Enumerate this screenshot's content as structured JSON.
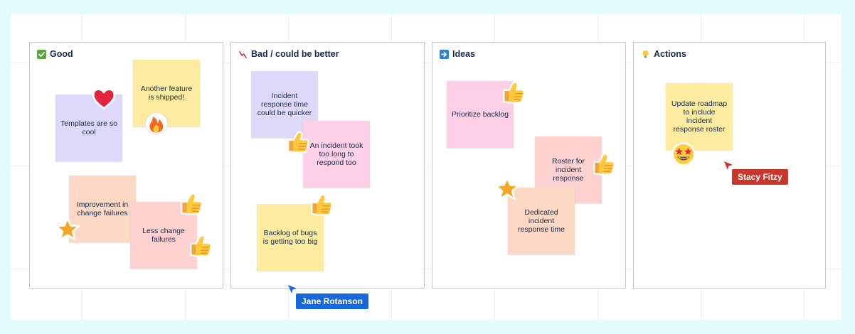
{
  "columns": [
    {
      "title": "Good",
      "icon": "check-box-icon"
    },
    {
      "title": "Bad / could be better",
      "icon": "chart-down-icon"
    },
    {
      "title": "Ideas",
      "icon": "arrow-right-box-icon"
    },
    {
      "title": "Actions",
      "icon": "lightbulb-icon"
    }
  ],
  "notes": {
    "good": [
      "Templates are so cool",
      "Another feature is shipped!",
      "Improvement in change failures",
      "Less change failures"
    ],
    "bad": [
      "Incident response time could be quicker",
      "An incident took too long to respond too",
      "Backlog of bugs is getting too big"
    ],
    "ideas": [
      "Prioritize backlog",
      "Roster for incident response",
      "Dedicated incident response time"
    ],
    "actions": [
      "Update roadmap to include incident response roster"
    ]
  },
  "stickers": [
    "heart-icon",
    "fire-icon",
    "thumbs-up-icon",
    "star-icon",
    "star-struck-face-icon"
  ],
  "collaborators": [
    {
      "name": "Jane Rotanson",
      "color": "#1868db"
    },
    {
      "name": "Stacy Fitzy",
      "color": "#c9372c"
    }
  ],
  "colors": {
    "purple": "#ded8fb",
    "yellow": "#fdec9f",
    "orange": "#fcd8c5",
    "pink": "#fdd0e6",
    "red": "#fcd1d0",
    "background": "#e4fbfc"
  }
}
